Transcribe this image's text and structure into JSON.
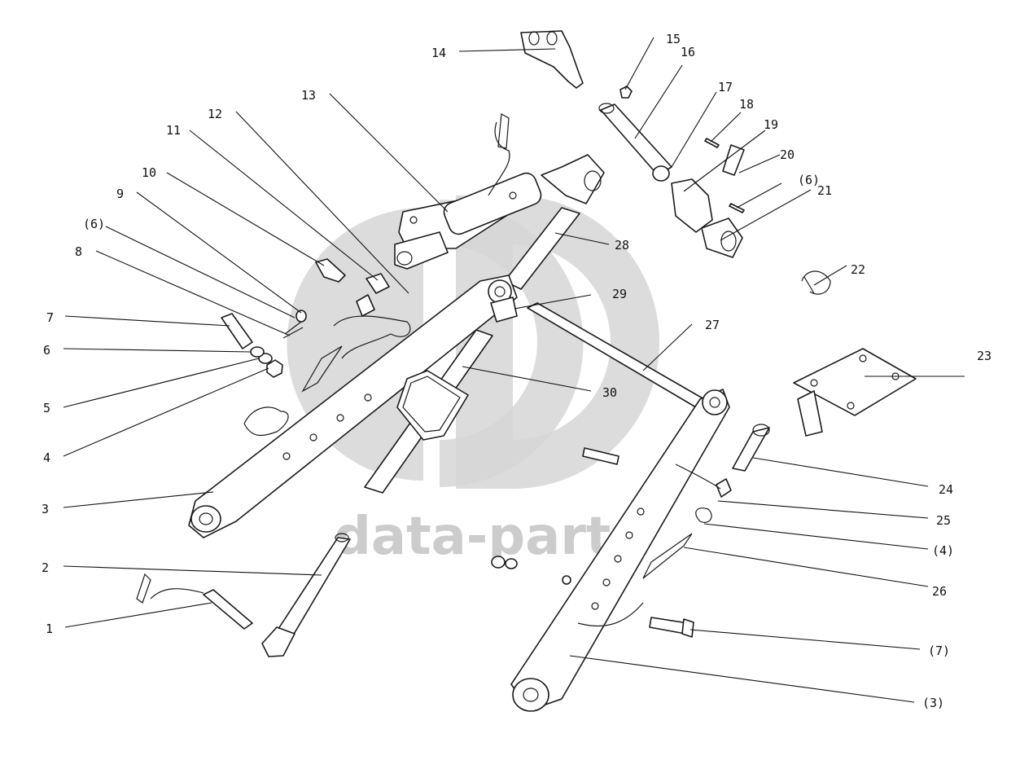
{
  "watermark": {
    "text": "data-parts",
    "color": "#bcbcbc"
  },
  "callouts": [
    {
      "id": "c1",
      "label": "1"
    },
    {
      "id": "c2",
      "label": "2"
    },
    {
      "id": "c3",
      "label": "3"
    },
    {
      "id": "c4",
      "label": "4"
    },
    {
      "id": "c5",
      "label": "5"
    },
    {
      "id": "c6",
      "label": "6"
    },
    {
      "id": "c7",
      "label": "7"
    },
    {
      "id": "c8",
      "label": "8"
    },
    {
      "id": "c6b",
      "label": "(6)"
    },
    {
      "id": "c9",
      "label": "9"
    },
    {
      "id": "c10",
      "label": "10"
    },
    {
      "id": "c11",
      "label": "11"
    },
    {
      "id": "c12",
      "label": "12"
    },
    {
      "id": "c13",
      "label": "13"
    },
    {
      "id": "c14",
      "label": "14"
    },
    {
      "id": "c15",
      "label": "15"
    },
    {
      "id": "c16",
      "label": "16"
    },
    {
      "id": "c17",
      "label": "17"
    },
    {
      "id": "c18",
      "label": "18"
    },
    {
      "id": "c19",
      "label": "19"
    },
    {
      "id": "c20",
      "label": "20"
    },
    {
      "id": "c6c",
      "label": "(6)"
    },
    {
      "id": "c21",
      "label": "21"
    },
    {
      "id": "c22",
      "label": "22"
    },
    {
      "id": "c28",
      "label": "28"
    },
    {
      "id": "c29",
      "label": "29"
    },
    {
      "id": "c27",
      "label": "27"
    },
    {
      "id": "c30",
      "label": "30"
    },
    {
      "id": "c23",
      "label": "23"
    },
    {
      "id": "c24",
      "label": "24"
    },
    {
      "id": "c25",
      "label": "25"
    },
    {
      "id": "c4b",
      "label": "(4)"
    },
    {
      "id": "c26",
      "label": "26"
    },
    {
      "id": "c7b",
      "label": "(7)"
    },
    {
      "id": "c3b",
      "label": "(3)"
    }
  ]
}
